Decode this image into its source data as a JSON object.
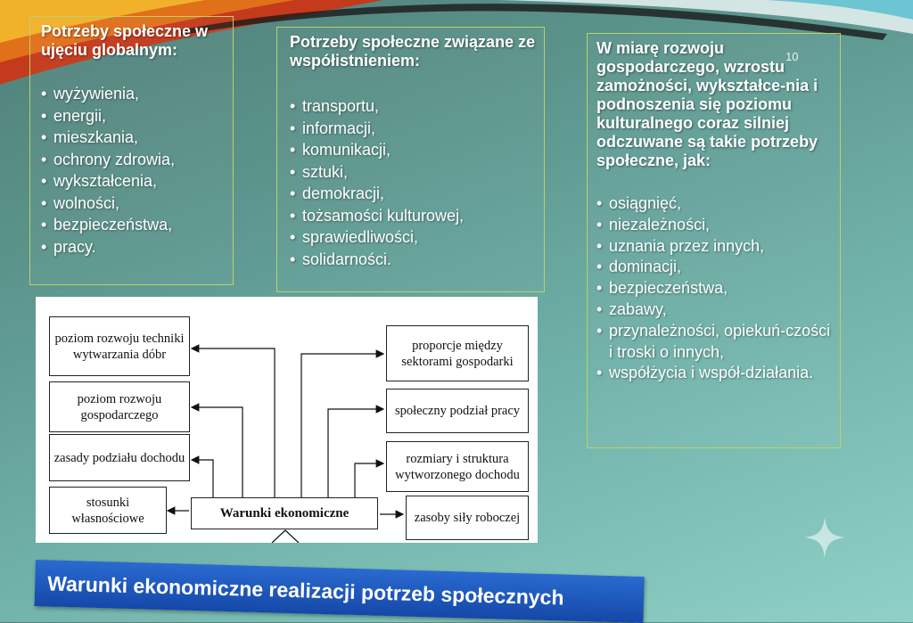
{
  "slide_number": "10",
  "panel_global": {
    "title": "Potrzeby społeczne w ujęciu globalnym:",
    "items": [
      "wyżywienia,",
      "energii,",
      "mieszkania,",
      "ochrony zdrowia,",
      "wykształcenia,",
      "wolności,",
      "bezpieczeństwa,",
      "pracy."
    ]
  },
  "panel_coexistence": {
    "title": "Potrzeby społeczne związane ze współistnieniem:",
    "items": [
      "transportu,",
      "informacji,",
      "komunikacji,",
      "sztuki,",
      "demokracji,",
      "tożsamości kulturowej,",
      "sprawiedliwości,",
      "solidarności."
    ]
  },
  "panel_development": {
    "title": "W miarę rozwoju gospodarczego, wzrostu zamożności, wykształce-nia i podnoszenia się poziomu kulturalnego coraz silniej odczuwane są takie potrzeby społeczne, jak:",
    "items": [
      "osiągnięć,",
      "niezależności,",
      "uznania przez innych,",
      "dominacji,",
      "bezpieczeństwa,",
      "zabawy,",
      "przynależności, opiekuń-czości i troski o innych,",
      "współżycia i współ-działania."
    ]
  },
  "diagram": {
    "center": "Warunki ekonomiczne",
    "left": [
      "poziom rozwoju techniki wytwarzania dóbr",
      "poziom rozwoju gospodarczego",
      "zasady podziału dochodu",
      "stosunki własnościowe"
    ],
    "right": [
      "proporcje między sektorami gospodarki",
      "społeczny podział pracy",
      "rozmiary i struktura wytworzonego dochodu",
      "zasoby siły roboczej"
    ]
  },
  "slide_title": "Warunki ekonomiczne realizacji potrzeb społecznych",
  "colors": {
    "panel_border": "#b8d26a",
    "title_bar": "#1a55b8",
    "background": "#5c958d"
  }
}
